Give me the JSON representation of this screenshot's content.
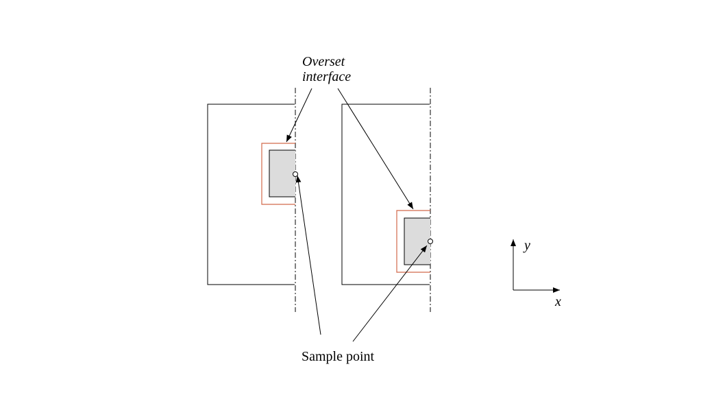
{
  "labels": {
    "overset_line1": "Overset",
    "overset_line2": "interface",
    "sample_point": "Sample point",
    "axis_y": "y",
    "axis_x": "x"
  },
  "colors": {
    "stroke": "#000000",
    "overset_box": "#d2694a",
    "body_fill": "#dcdcdc",
    "sample_point_fill": "#ffffff"
  }
}
